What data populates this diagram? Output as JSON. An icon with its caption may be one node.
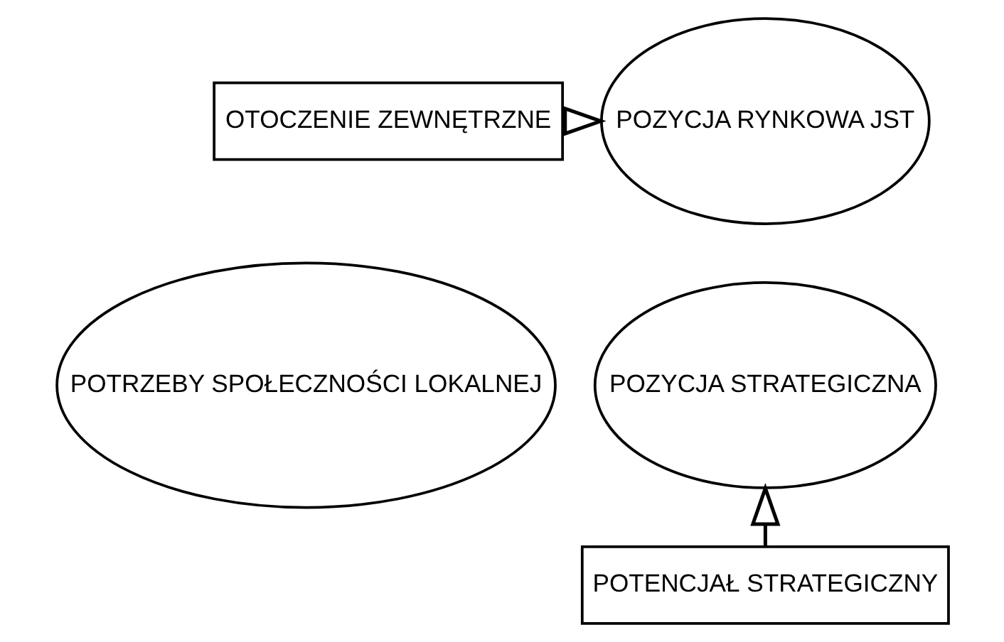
{
  "diagram": {
    "nodes": [
      {
        "text": [
          "POTRZEBY SPOŁECZNOŚCI LOKALNEJ"
        ]
      },
      {
        "text": [
          "POZYCJA RYNKOWA JST"
        ]
      },
      {
        "text": [
          "POZYCJA STRATEGICZNA"
        ]
      },
      {
        "text": [
          "OTOCZENIE ZEWNĘTRZNE"
        ]
      },
      {
        "text": [
          "POTENCJAŁ STRATEGICZNY"
        ]
      }
    ],
    "edges": [
      {
        "from": 3,
        "to": 1,
        "arrow": "to"
      },
      {
        "from": 4,
        "to": 2,
        "arrow": "to"
      }
    ]
  }
}
